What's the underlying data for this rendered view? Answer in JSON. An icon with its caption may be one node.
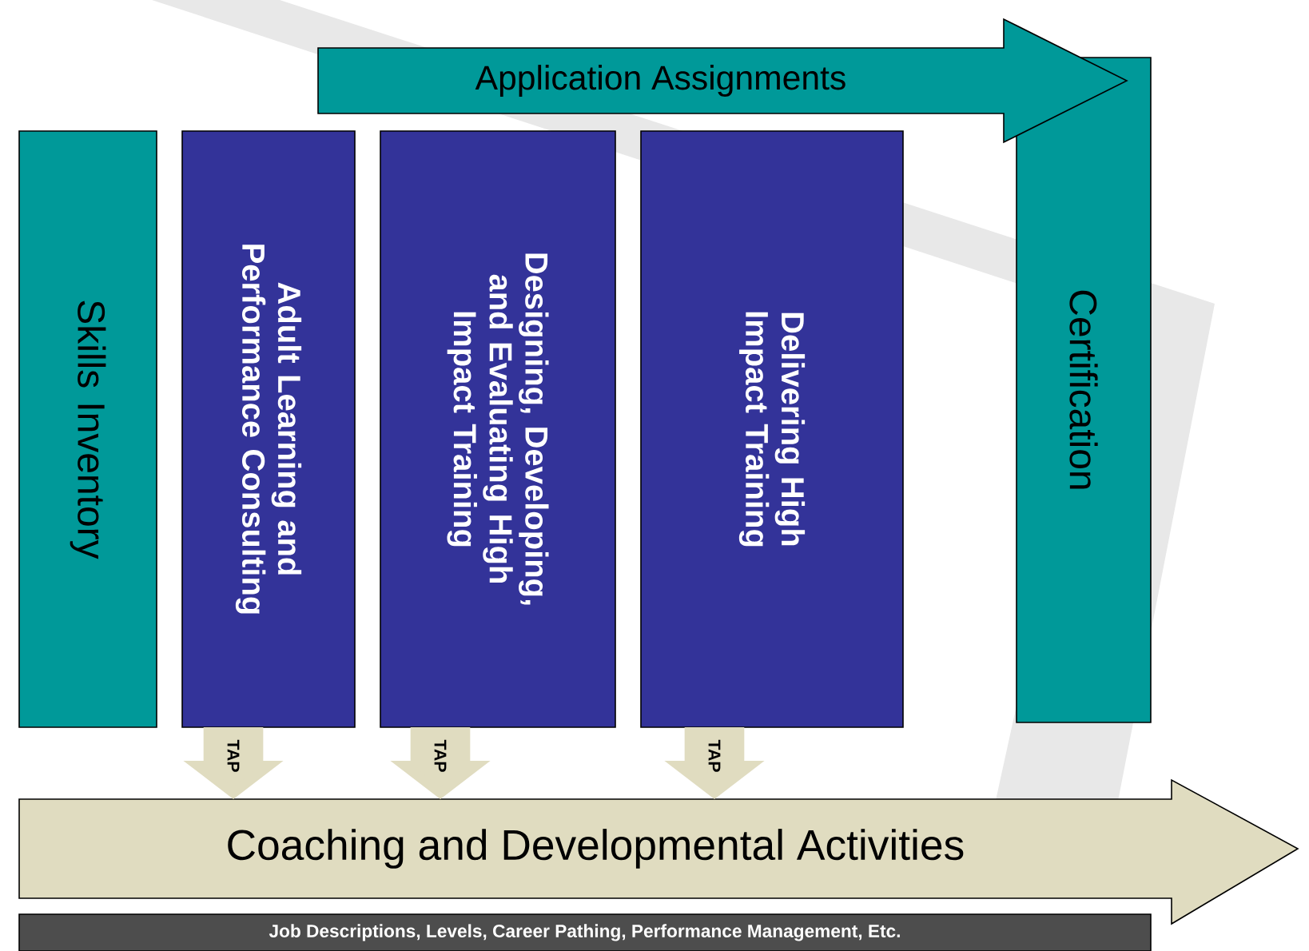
{
  "diagram": {
    "nodes": [
      {
        "text": [
          "Application Assignments"
        ]
      },
      {
        "text": [
          "Skills Inventory"
        ]
      },
      {
        "text": [
          "Adult Learning and Performance Consulting"
        ]
      },
      {
        "text": [
          "Designing, Developing, and Evaluating High Impact Training"
        ]
      },
      {
        "text": [
          "Delivering High Impact Training"
        ]
      },
      {
        "text": [
          "Certification"
        ]
      },
      {
        "text": [
          "Coaching and Developmental Activities"
        ]
      },
      {
        "text": [
          "Job Descriptions, Levels, Career Pathing, Performance Management, Etc."
        ]
      }
    ],
    "edges": [
      {
        "from": 2,
        "to": 6,
        "arrow": "to",
        "label": "TAP"
      },
      {
        "from": 3,
        "to": 6,
        "arrow": "to",
        "label": "TAP"
      },
      {
        "from": 4,
        "to": 6,
        "arrow": "to",
        "label": "TAP"
      }
    ]
  }
}
